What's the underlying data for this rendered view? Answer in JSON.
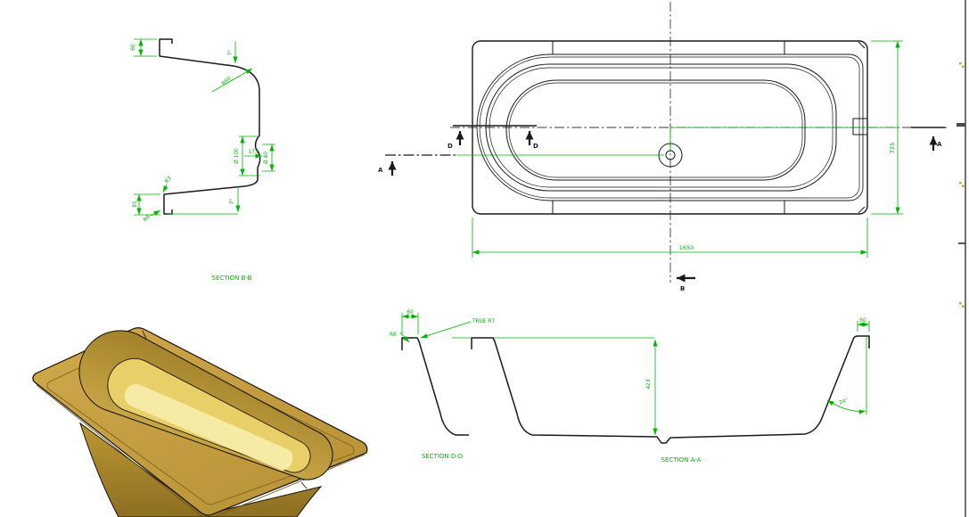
{
  "colors": {
    "dimension_green": "#00b400",
    "line_black": "#1a1a1a",
    "centerline_gray": "#3a3a3a",
    "section_letter_dark": "#1c1c30",
    "gold_rim": "#c9a445",
    "gold_shadow": "#8d6e1e",
    "gold_floor": "#e9cf68",
    "gold_highlight": "#f6eca8",
    "gold_skirt": "#b5922f",
    "zone_tick_yellow": "#b9a53a"
  },
  "views": {
    "section_bb": {
      "label": "SECTION B-B",
      "dim_rim_height": "60",
      "dim_top_angle": "7°",
      "dim_r60": "R60",
      "dim_dia_100": "Ø 100",
      "dim_offset": "17.5",
      "dim_dia_40": "Ø 40",
      "dim_height_81": "81",
      "dim_r3": "R3",
      "dim_r8": "R8",
      "dim_bottom_angle": "7°"
    },
    "plan": {
      "dim_length": "1650",
      "dim_width": "725",
      "marker_a": "A",
      "marker_b": "B",
      "marker_d": "D"
    },
    "section_dd": {
      "label": "SECTION D-D",
      "dim_rim_width": "60",
      "dim_r6": "R6",
      "dim_true_r7": "TRUE R7"
    },
    "section_aa": {
      "label": "SECTION A-A",
      "dim_depth": "423",
      "dim_wall_angle": "24°",
      "dim_rim_width": "60"
    }
  }
}
